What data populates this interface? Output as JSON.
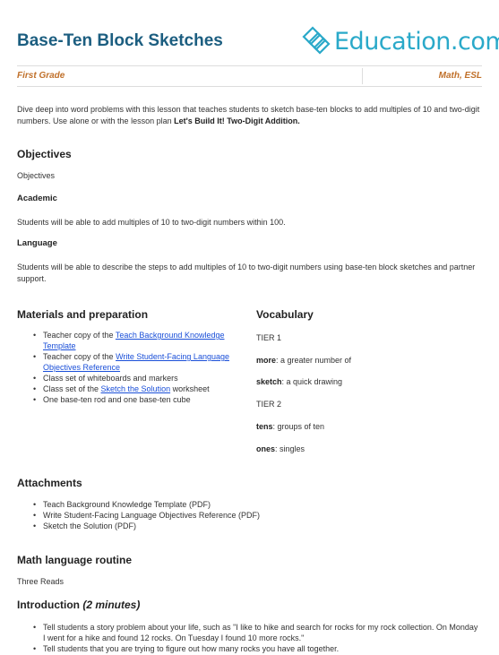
{
  "header": {
    "title": "Base-Ten Block Sketches",
    "logo_text": "Education.com",
    "grade": "First Grade",
    "subject": "Math, ESL"
  },
  "intro": {
    "text_before": "Dive deep into word problems with this lesson that teaches students to sketch base-ten blocks to add multiples of 10 and two-digit numbers. Use alone or with the lesson plan ",
    "text_bold": "Let's Build It! Two-Digit Addition."
  },
  "objectives": {
    "heading": "Objectives",
    "label": "Objectives",
    "academic_heading": "Academic",
    "academic_text": "Students will be able to add multiples of 10 to two-digit numbers within 100.",
    "language_heading": "Language",
    "language_text": "Students will be able to describe the steps to add multiples of 10 to two-digit numbers using base-ten block sketches and partner support."
  },
  "materials": {
    "heading": "Materials and preparation",
    "items": [
      {
        "before": "Teacher copy of the ",
        "link": "Teach Background Knowledge Template",
        "after": ""
      },
      {
        "before": "Teacher copy of the ",
        "link": "Write Student-Facing Language Objectives Reference",
        "after": ""
      },
      {
        "before": "Class set of whiteboards and markers",
        "link": "",
        "after": ""
      },
      {
        "before": "Class set of the ",
        "link": "Sketch the Solution",
        "after": " worksheet"
      },
      {
        "before": "One base-ten rod and one base-ten cube",
        "link": "",
        "after": ""
      }
    ]
  },
  "vocabulary": {
    "heading": "Vocabulary",
    "tier1": "TIER 1",
    "more_term": "more",
    "more_def": ": a greater number of",
    "sketch_term": "sketch",
    "sketch_def": ": a quick drawing",
    "tier2": "TIER 2",
    "tens_term": "tens",
    "tens_def": ": groups of ten",
    "ones_term": "ones",
    "ones_def": ": singles"
  },
  "attachments": {
    "heading": "Attachments",
    "items": [
      "Teach Background Knowledge Template (PDF)",
      "Write Student-Facing Language Objectives Reference (PDF)",
      "Sketch the Solution (PDF)"
    ]
  },
  "routine": {
    "heading": "Math language routine",
    "text": "Three Reads"
  },
  "introduction": {
    "heading": "Introduction",
    "duration": "(2 minutes)",
    "items": [
      "Tell students a story problem about your life, such as \"I like to hike and search for rocks for my rock collection. On Monday I went for a hike and found 12 rocks. On Tuesday I found 10 more rocks.\"",
      "Tell students that you are trying to figure out how many rocks you have all together."
    ]
  },
  "colors": {
    "title": "#1c5e80",
    "logo": "#2aa9c9",
    "meta": "#c0702a",
    "link": "#1a4fd8"
  }
}
